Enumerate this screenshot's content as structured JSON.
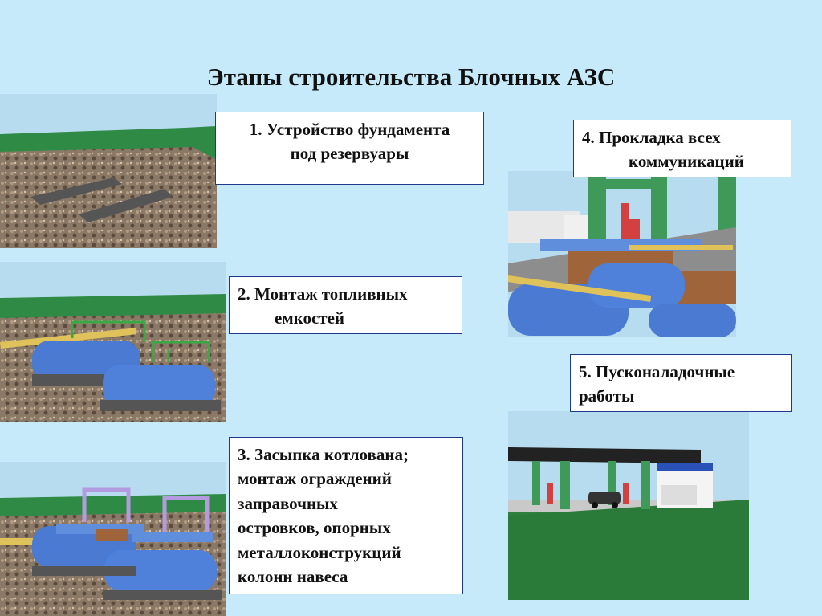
{
  "title": "Этапы строительства Блочных АЗС",
  "stages": [
    {
      "lines": [
        "1. Устройство фундамента",
        "под резервуары"
      ]
    },
    {
      "lines": [
        "2. Монтаж топливных",
        "емкостей"
      ]
    },
    {
      "lines": [
        "3. Засыпка котлована;",
        "монтаж ограждений",
        "заправочных",
        "островков, опорных",
        "металлоконструкций",
        "колонн навеса"
      ]
    },
    {
      "lines": [
        "4. Прокладка всех",
        "коммуникаций"
      ]
    },
    {
      "lines": [
        "5. Пусконаладочные",
        "работы"
      ]
    }
  ],
  "colors": {
    "background": "#c6eafa",
    "border": "#1f3a8a",
    "grass": "#2f8a46",
    "tank": "#4a7ad2",
    "pipe": "#e0c25a"
  }
}
